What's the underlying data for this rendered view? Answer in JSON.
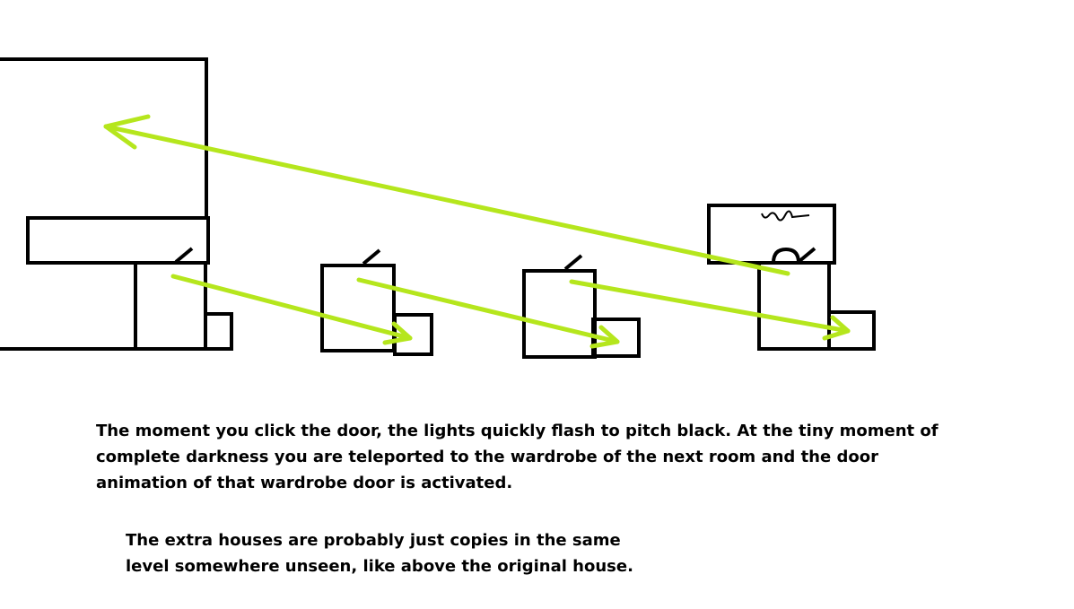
{
  "colors": {
    "background": "#ffffff",
    "outline": "#000000",
    "arrow": "#b5e61d"
  },
  "rooms": [
    {
      "name": "original-house-room",
      "has_large_structure": true
    },
    {
      "name": "copy-room-1"
    },
    {
      "name": "copy-room-2"
    },
    {
      "name": "copy-room-3",
      "has_upper_structure": true
    }
  ],
  "arrows": [
    {
      "name": "arrow-room-1-to-wardrobe-1"
    },
    {
      "name": "arrow-room-2-to-wardrobe-2"
    },
    {
      "name": "arrow-room-3-to-wardrobe-3"
    },
    {
      "name": "arrow-back-to-original-house"
    }
  ],
  "text": {
    "paragraph1": [
      "The moment you click the door, the lights quickly flash to pitch black. At the tiny moment of",
      "complete darkness you are teleported to the wardrobe of the next room and the door",
      "animation of that wardrobe door is activated."
    ],
    "paragraph2": [
      "The extra houses are probably just copies in the same",
      "level somewhere unseen, like above the original house."
    ]
  }
}
